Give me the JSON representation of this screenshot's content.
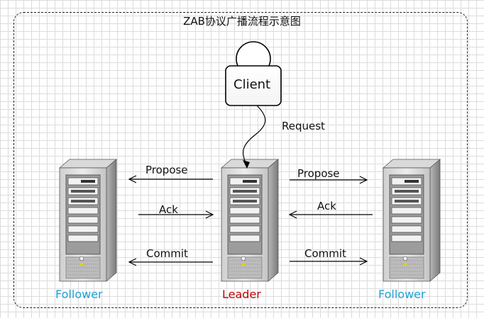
{
  "title": "ZAB协议广播流程示意图",
  "client": {
    "label": "Client"
  },
  "request_label": "Request",
  "nodes": {
    "left": {
      "label": "Follower",
      "color": "#1aa3d8"
    },
    "center": {
      "label": "Leader",
      "color": "#c00000"
    },
    "right": {
      "label": "Follower",
      "color": "#1aa3d8"
    }
  },
  "messages": {
    "left_propose": "Propose",
    "left_ack": "Ack",
    "left_commit": "Commit",
    "right_propose": "Propose",
    "right_ack": "Ack",
    "right_commit": "Commit"
  }
}
